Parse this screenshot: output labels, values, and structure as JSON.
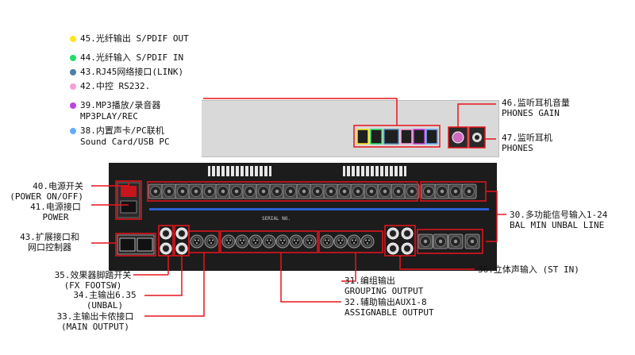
{
  "legend": [
    {
      "num": "45.",
      "text": "光纤输出 S/PDIF OUT",
      "line2": "",
      "color": "#ffe51f"
    },
    {
      "num": "44.",
      "text": "光纤输入 S/PDIF IN",
      "line2": "",
      "color": "#22dd66"
    },
    {
      "num": "43.",
      "text": "RJ45网络接口(LINK)",
      "line2": "",
      "color": "#4a7fa8"
    },
    {
      "num": "42.",
      "text": "中控 RS232.",
      "line2": "",
      "color": "#f6a0d8"
    },
    {
      "num": "39.",
      "text": "MP3播放/录音器",
      "line2": "MP3PLAY/REC",
      "color": "#c040e0"
    },
    {
      "num": "38.",
      "text": "内置声卡/PC联机",
      "line2": "Sound Card/USB PC",
      "color": "#66aaff"
    }
  ],
  "callouts": {
    "c46": {
      "line1": "46.监听耳机音量",
      "line2": "PHONES GAIN"
    },
    "c47": {
      "line1": "47.监听耳机",
      "line2": "PHONES"
    },
    "c40": {
      "line1": "40.电源开关",
      "line2": "(POWER ON/OFF)"
    },
    "c41": {
      "line1": "41.电源接口",
      "line2": "POWER"
    },
    "c43": {
      "line1": "43.扩展接口和",
      "line2": "网口控制器"
    },
    "c30": {
      "line1": "30.多功能信号输入1-24",
      "line2": "BAL MIN UNBAL LINE"
    },
    "c36": {
      "line1": "36.立体声输入 (ST IN)",
      "line2": ""
    },
    "c35": {
      "line1": "35.效果器脚踏开关",
      "line2": "(FX FOOTSW)"
    },
    "c34": {
      "line1": "34.主输出6.35",
      "line2": "(UNBAL)"
    },
    "c33": {
      "line1": "33.主输出卡侬接口",
      "line2": "(MAIN OUTPUT)"
    },
    "c31": {
      "line1": "31.编组输出",
      "line2": "GROUPING OUTPUT"
    },
    "c32": {
      "line1": "32.辅助输出AUX1-8",
      "line2": "ASSIGNABLE OUTPUT"
    }
  },
  "device": {
    "serial_label": "SERIAL NO."
  },
  "colors": {
    "callout_line": "#e8141c",
    "panel_dark": "#1c1c1c",
    "panel_grey": "#d9d9d9",
    "accent_blue": "#2a5fd0"
  }
}
